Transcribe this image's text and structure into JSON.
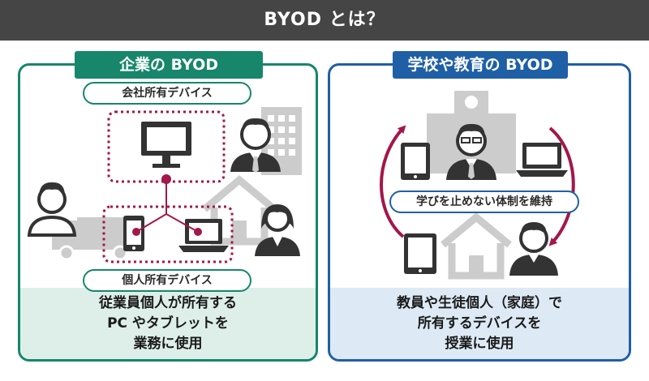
{
  "title": "BYOD とは？",
  "left_panel": {
    "heading": "企業の BYOD",
    "label_company": "会社所有デバイス",
    "label_personal": "個人所有デバイス",
    "footer_lines": [
      "従業員個人が所有する",
      "PC やタブレットを",
      "業務に使用"
    ]
  },
  "right_panel": {
    "heading": "学校や教育の BYOD",
    "center_label": "学びを止めない体制を維持",
    "footer_lines": [
      "教員や生徒個人（家庭）で",
      "所有するデバイスを",
      "授業に使用"
    ]
  },
  "colors": {
    "title_bar": "#454545",
    "corporate_green": "#17866b",
    "education_blue": "#1f5fa6",
    "accent_crimson": "#a3174a",
    "icon_gray": "#cccccc",
    "dark_icon": "#333333"
  },
  "icons": [
    "monitor-icon",
    "office-building-icon",
    "businessman-icon",
    "businesswoman-icon",
    "man-icon",
    "house-icon",
    "truck-icon",
    "smartphone-icon",
    "laptop-icon",
    "school-building-icon",
    "teacher-icon",
    "tablet-icon",
    "student-icon",
    "cycle-arrow-icon"
  ]
}
